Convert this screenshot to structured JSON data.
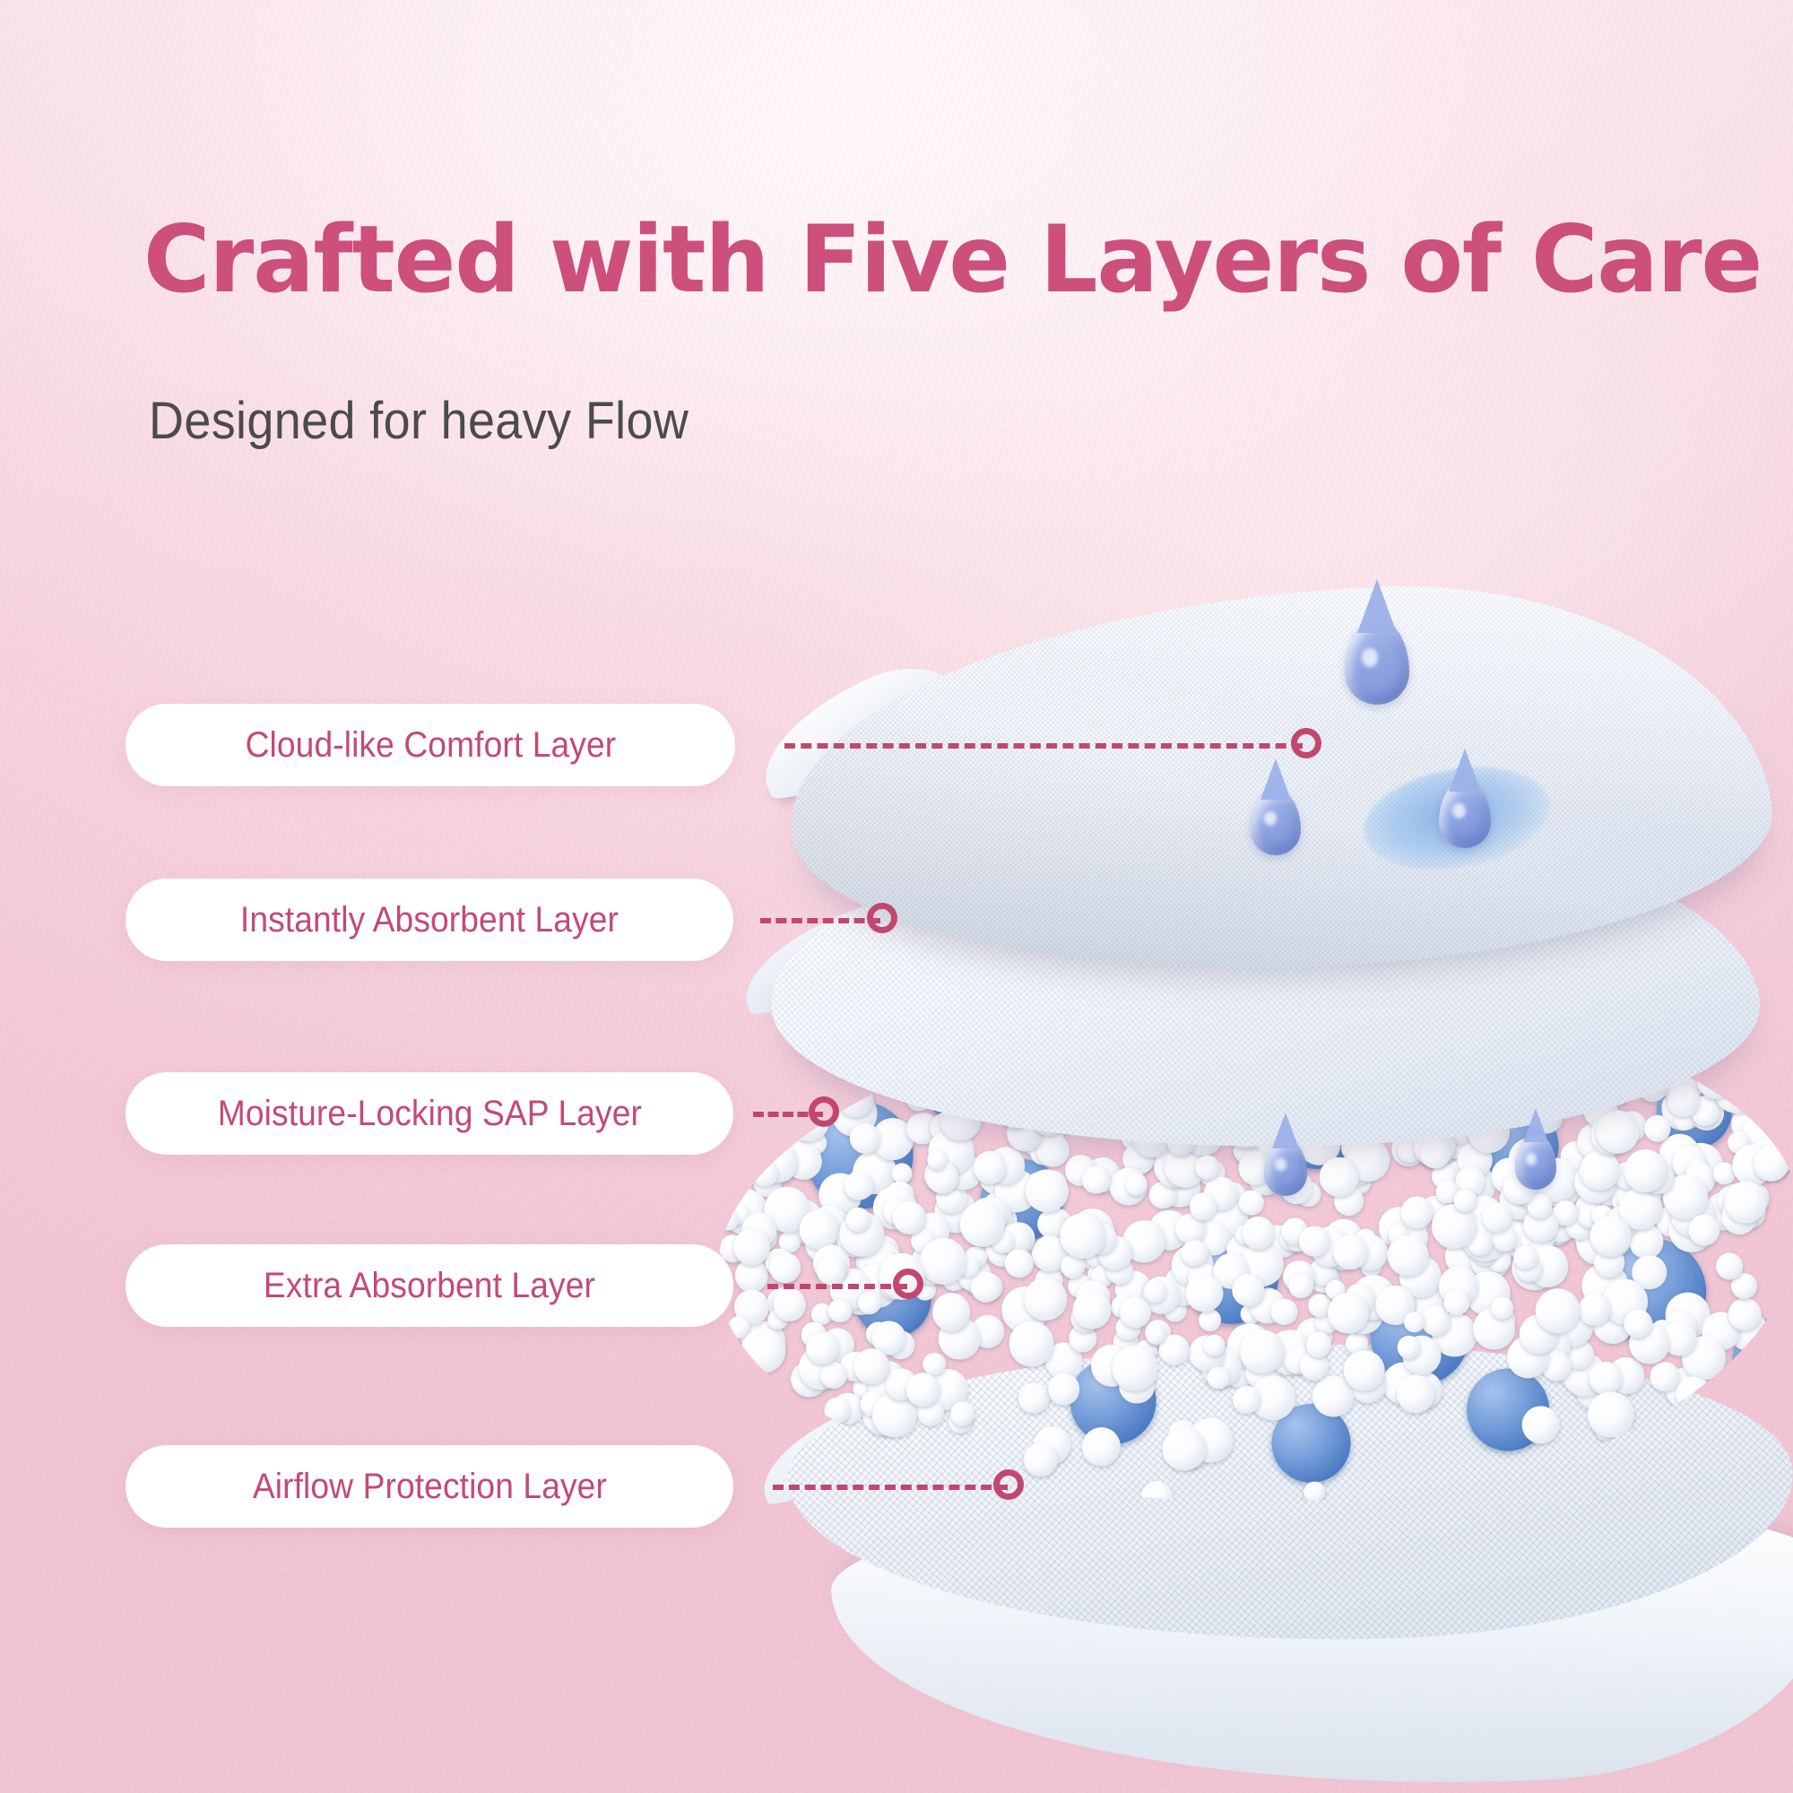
{
  "page": {
    "title": "Crafted with Five Layers of Care",
    "subtitle": "Designed for heavy Flow"
  },
  "colors": {
    "title_pink": "#cc4f7c",
    "label_pink": "#c44a72",
    "connector_pink": "#c2476e",
    "subtitle_gray": "#4b4b4b",
    "pill_background": "#ffffff",
    "background_top": "#fbe6ec",
    "background_bottom": "#f0c4d3",
    "bead_white": "#ffffff",
    "bead_blue": "#4d7cc4",
    "droplet_blue": "#8ca3e2"
  },
  "layers": [
    {
      "label": "Cloud-like Comfort Layer"
    },
    {
      "label": "Instantly Absorbent Layer"
    },
    {
      "label": "Moisture-Locking SAP Layer"
    },
    {
      "label": "Extra Absorbent Layer"
    },
    {
      "label": "Airflow Protection Layer"
    }
  ],
  "illustration": {
    "name": "exploded-sanitary-pad-layers",
    "droplet_count": 5,
    "stain": "absorbed-blue-liquid-spot"
  }
}
